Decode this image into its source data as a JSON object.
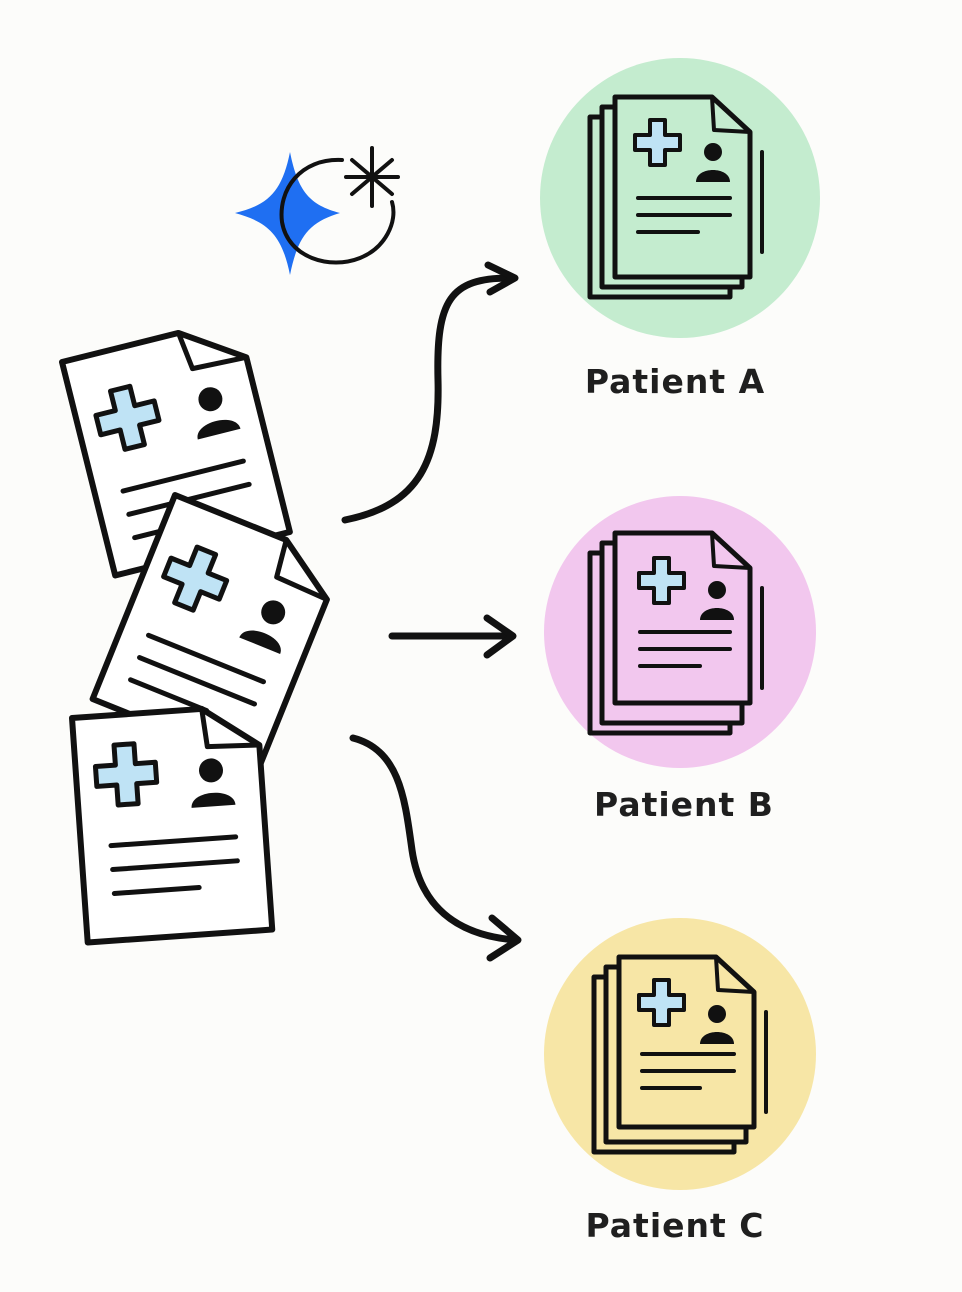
{
  "patients": [
    {
      "label": "Patient A",
      "color": "#c4eccf",
      "doc_color": "#c4eccf"
    },
    {
      "label": "Patient B",
      "color": "#f2c7ee",
      "doc_color": "#f2c7ee"
    },
    {
      "label": "Patient C",
      "color": "#f7e6a6",
      "doc_color": "#f7e6a6"
    }
  ],
  "colors": {
    "ink": "#111111",
    "paper": "#ffffff",
    "cross": "#bfe3f5",
    "sparkle": "#1f6ff2"
  },
  "icons": {
    "ai_logo": "sparkle-moon-icon",
    "record": "medical-record-icon",
    "arrow": "curved-arrow-icon"
  }
}
